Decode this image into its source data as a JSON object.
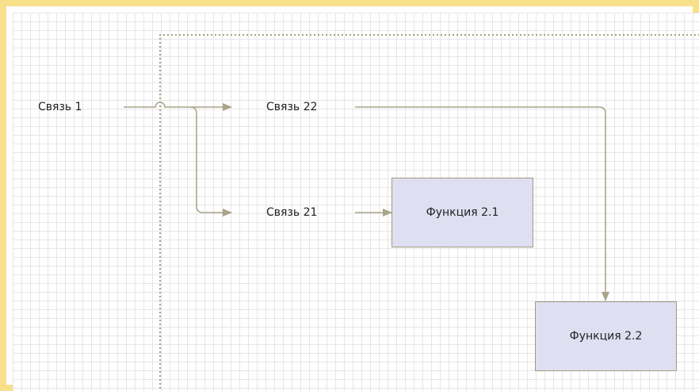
{
  "diagram": {
    "links": {
      "link1": "Связь 1",
      "link22": "Связь 22",
      "link21": "Связь 21"
    },
    "functions": {
      "func21": "Функция 2.1",
      "func22": "Функция 2.2"
    },
    "colors": {
      "frame": "#f8e08a",
      "grid": "#e6e6e6",
      "connector": "#aaa48a",
      "box_fill": "#dfdff2",
      "box_border": "#a09a80",
      "boundary": "#a8a07a"
    }
  }
}
